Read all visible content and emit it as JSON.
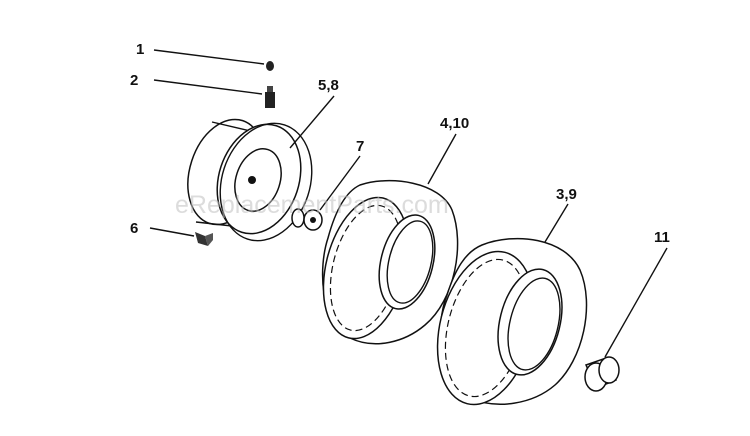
{
  "diagram": {
    "callouts": [
      {
        "id": "c1",
        "text": "1"
      },
      {
        "id": "c2",
        "text": "2"
      },
      {
        "id": "c58",
        "text": "5,8"
      },
      {
        "id": "c7",
        "text": "7"
      },
      {
        "id": "c410",
        "text": "4,10"
      },
      {
        "id": "c39",
        "text": "3,9"
      },
      {
        "id": "c6",
        "text": "6"
      },
      {
        "id": "c11",
        "text": "11"
      }
    ],
    "watermark": "eReplacementParts.com"
  }
}
